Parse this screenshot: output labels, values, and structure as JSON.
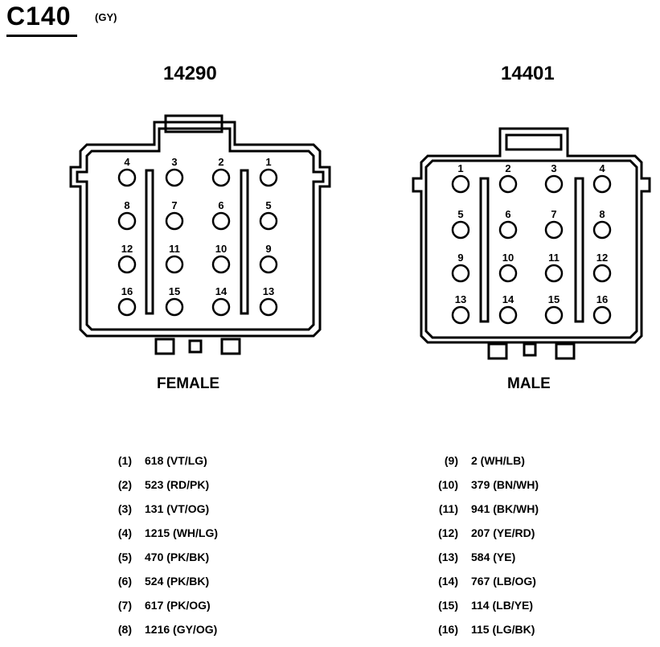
{
  "header": {
    "title": "C140",
    "color_code": "(GY)"
  },
  "connectors": [
    {
      "id": "female",
      "part_number": "14290",
      "gender_label": "FEMALE",
      "pins": [
        {
          "n": "4",
          "row": 0,
          "col": 0
        },
        {
          "n": "3",
          "row": 0,
          "col": 1
        },
        {
          "n": "2",
          "row": 0,
          "col": 2
        },
        {
          "n": "1",
          "row": 0,
          "col": 3
        },
        {
          "n": "8",
          "row": 1,
          "col": 0
        },
        {
          "n": "7",
          "row": 1,
          "col": 1
        },
        {
          "n": "6",
          "row": 1,
          "col": 2
        },
        {
          "n": "5",
          "row": 1,
          "col": 3
        },
        {
          "n": "12",
          "row": 2,
          "col": 0
        },
        {
          "n": "11",
          "row": 2,
          "col": 1
        },
        {
          "n": "10",
          "row": 2,
          "col": 2
        },
        {
          "n": "9",
          "row": 2,
          "col": 3
        },
        {
          "n": "16",
          "row": 3,
          "col": 0
        },
        {
          "n": "15",
          "row": 3,
          "col": 1
        },
        {
          "n": "14",
          "row": 3,
          "col": 2
        },
        {
          "n": "13",
          "row": 3,
          "col": 3
        }
      ]
    },
    {
      "id": "male",
      "part_number": "14401",
      "gender_label": "MALE",
      "pins": [
        {
          "n": "1",
          "row": 0,
          "col": 0
        },
        {
          "n": "2",
          "row": 0,
          "col": 1
        },
        {
          "n": "3",
          "row": 0,
          "col": 2
        },
        {
          "n": "4",
          "row": 0,
          "col": 3
        },
        {
          "n": "5",
          "row": 1,
          "col": 0
        },
        {
          "n": "6",
          "row": 1,
          "col": 1
        },
        {
          "n": "7",
          "row": 1,
          "col": 2
        },
        {
          "n": "8",
          "row": 1,
          "col": 3
        },
        {
          "n": "9",
          "row": 2,
          "col": 0
        },
        {
          "n": "10",
          "row": 2,
          "col": 1
        },
        {
          "n": "11",
          "row": 2,
          "col": 2
        },
        {
          "n": "12",
          "row": 2,
          "col": 3
        },
        {
          "n": "13",
          "row": 3,
          "col": 0
        },
        {
          "n": "14",
          "row": 3,
          "col": 1
        },
        {
          "n": "15",
          "row": 3,
          "col": 2
        },
        {
          "n": "16",
          "row": 3,
          "col": 3
        }
      ]
    }
  ],
  "legend_left": [
    {
      "pin": "(1)",
      "circuit": "618 (VT/LG)"
    },
    {
      "pin": "(2)",
      "circuit": "523 (RD/PK)"
    },
    {
      "pin": "(3)",
      "circuit": "131 (VT/OG)"
    },
    {
      "pin": "(4)",
      "circuit": "1215 (WH/LG)"
    },
    {
      "pin": "(5)",
      "circuit": "470 (PK/BK)"
    },
    {
      "pin": "(6)",
      "circuit": "524 (PK/BK)"
    },
    {
      "pin": "(7)",
      "circuit": "617 (PK/OG)"
    },
    {
      "pin": "(8)",
      "circuit": "1216 (GY/OG)"
    }
  ],
  "legend_right": [
    {
      "pin": "(9)",
      "circuit": "2 (WH/LB)"
    },
    {
      "pin": "(10)",
      "circuit": "379 (BN/WH)"
    },
    {
      "pin": "(11)",
      "circuit": "941 (BK/WH)"
    },
    {
      "pin": "(12)",
      "circuit": "207 (YE/RD)"
    },
    {
      "pin": "(13)",
      "circuit": "584 (YE)"
    },
    {
      "pin": "(14)",
      "circuit": "767 (LB/OG)"
    },
    {
      "pin": "(15)",
      "circuit": "114 (LB/YE)"
    },
    {
      "pin": "(16)",
      "circuit": "115 (LG/BK)"
    }
  ]
}
